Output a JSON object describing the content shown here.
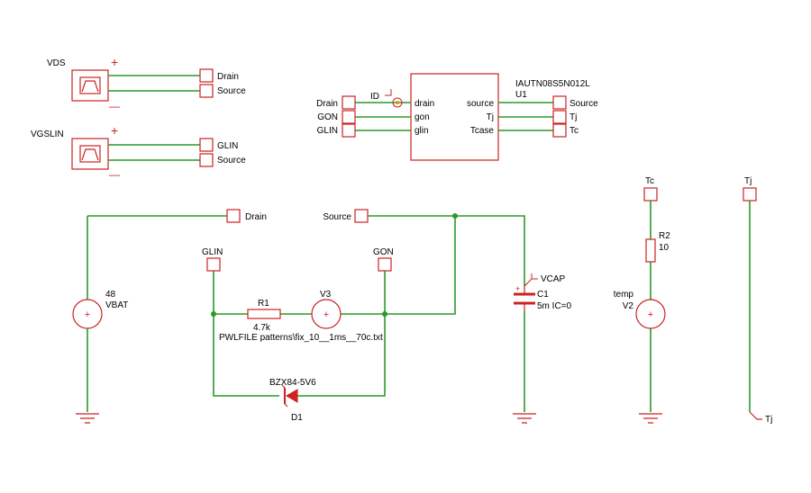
{
  "stimulus": {
    "vds": {
      "name": "VDS",
      "plus": "+",
      "minus": "—",
      "out1": "Drain",
      "out2": "Source"
    },
    "vgslin": {
      "name": "VGSLIN",
      "plus": "+",
      "minus": "—",
      "out1": "GLIN",
      "out2": "Source"
    }
  },
  "mosfet": {
    "part": "IAUTN08S5N012L",
    "ref": "U1",
    "probe": "ID",
    "pins_left": [
      "drain",
      "gon",
      "glin"
    ],
    "pins_right": [
      "source",
      "Tj",
      "Tcase"
    ],
    "nets_left": [
      "Drain",
      "GON",
      "GLIN"
    ],
    "nets_right": [
      "Source",
      "Tj",
      "Tc"
    ]
  },
  "circuit": {
    "drain_net": "Drain",
    "source_net": "Source",
    "glin_net": "GLIN",
    "gon_net": "GON",
    "vbat": {
      "value": "48",
      "name": "VBAT"
    },
    "r1": {
      "name": "R1",
      "value": "4.7k"
    },
    "v3": {
      "name": "V3",
      "pwl": "PWLFILE patterns\\fix_10__1ms__70c.txt"
    },
    "c1": {
      "name": "C1",
      "value": "5m IC=0",
      "probe": "VCAP"
    },
    "d1": {
      "model": "BZX84-5V6",
      "name": "D1"
    }
  },
  "thermal": {
    "tc_net": "Tc",
    "r2": {
      "name": "R2",
      "value": "10"
    },
    "v2": {
      "value": "temp",
      "name": "V2"
    },
    "tj_net": "Tj",
    "tj_label": "Tj"
  }
}
